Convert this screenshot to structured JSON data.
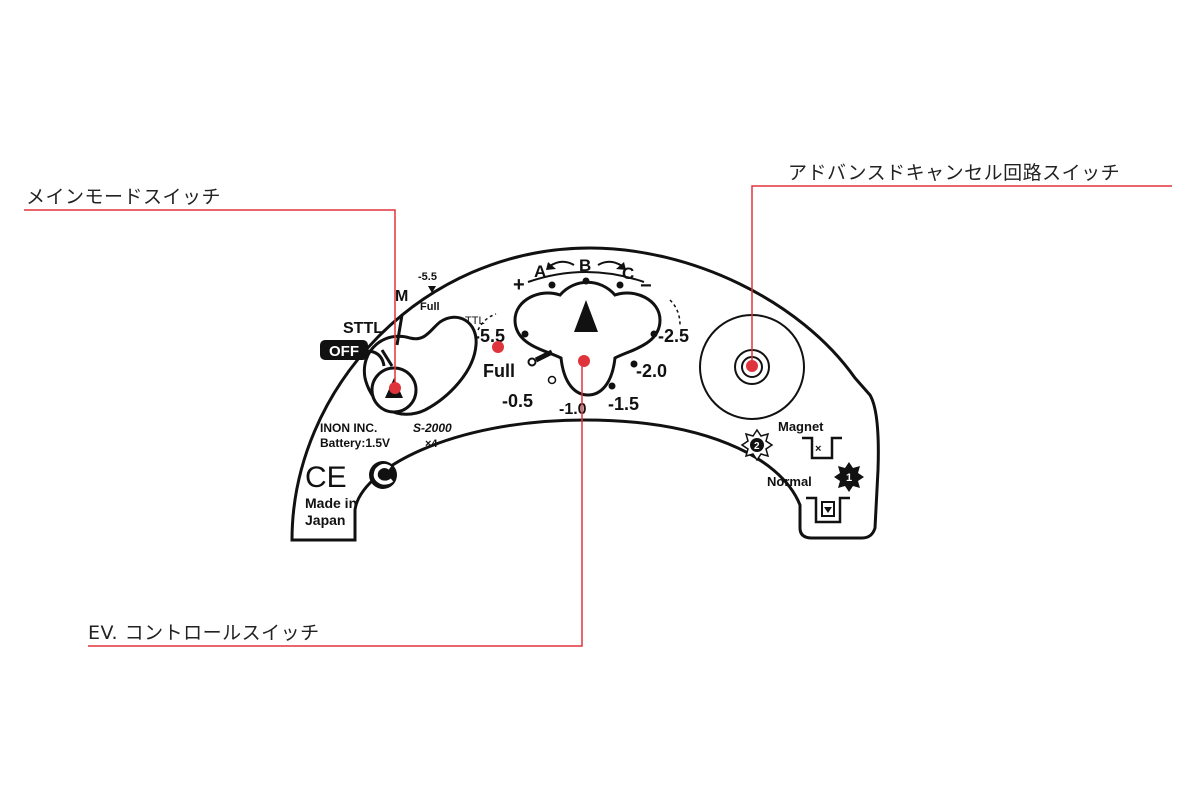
{
  "callouts": {
    "main_mode_switch": "メインモードスイッチ",
    "advanced_cancel_switch": "アドバンスドキャンセル回路スイッチ",
    "ev_control_switch": "EV. コントロールスイッチ"
  },
  "panel": {
    "sttl": "STTL",
    "off": "OFF",
    "m": "M",
    "m_minus": "-5.5",
    "m_full": "Full",
    "ttl": "TTL",
    "plus": "+",
    "minus": "−",
    "a": "A",
    "b": "B",
    "c": "C",
    "ev_left_top": "-5.5",
    "ev_full": "Full",
    "ev_minus_05": "-0.5",
    "ev_minus_10": "-1.0",
    "ev_minus_15": "-1.5",
    "ev_minus_20": "-2.0",
    "ev_minus_25": "-2.5",
    "maker": "INON INC.",
    "model": "S-2000",
    "battery": "Battery:1.5V",
    "battery_count": "×4",
    "ce": "CE",
    "made_in": "Made in",
    "japan": "Japan",
    "magnet": "Magnet",
    "magnet_x": "×",
    "normal": "Normal",
    "badge_2": "2",
    "badge_1": "1"
  },
  "colors": {
    "callout_line": "#e0343c",
    "marker": "#e0343c",
    "outline": "#111111"
  }
}
